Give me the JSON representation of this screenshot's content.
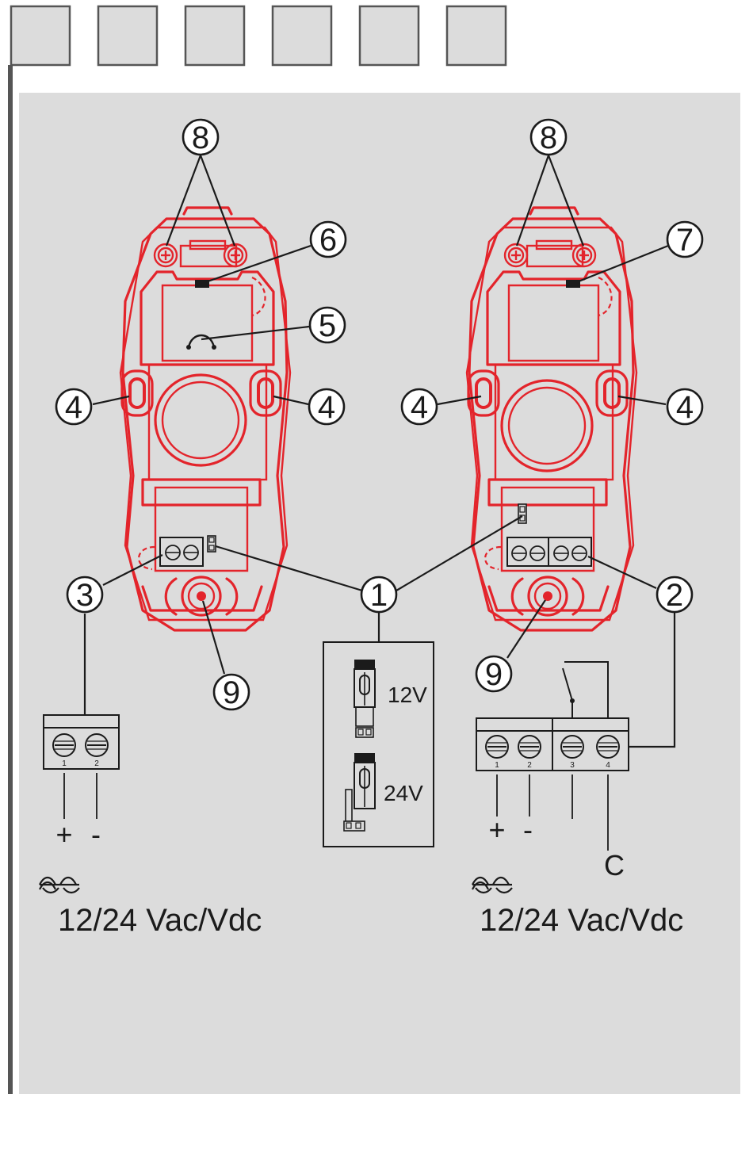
{
  "colors": {
    "panel": "#dcdcdc",
    "device": "#e3242b",
    "ink": "#1b1b1b",
    "tab": "#dcdcdc"
  },
  "tabs": [
    "",
    "",
    "",
    "",
    "",
    ""
  ],
  "callouts": {
    "jumper": "1",
    "relay_terminal": "2",
    "power_terminal": "3",
    "mount_hole": "4",
    "tamper": "5",
    "led_tx": "6",
    "led_rx": "7",
    "screw": "8",
    "lens": "9"
  },
  "jumper_box": {
    "label_12v": "12V",
    "label_24v": "24V"
  },
  "left_terminal": {
    "pin1": "1",
    "pin2": "2",
    "plus": "+",
    "minus": "-",
    "supply_label": "12/24 Vac/Vdc"
  },
  "right_terminal": {
    "pin1": "1",
    "pin2": "2",
    "pin3": "3",
    "pin4": "4",
    "plus": "+",
    "minus": "-",
    "common": "C",
    "supply_label": "12/24 Vac/Vdc"
  }
}
